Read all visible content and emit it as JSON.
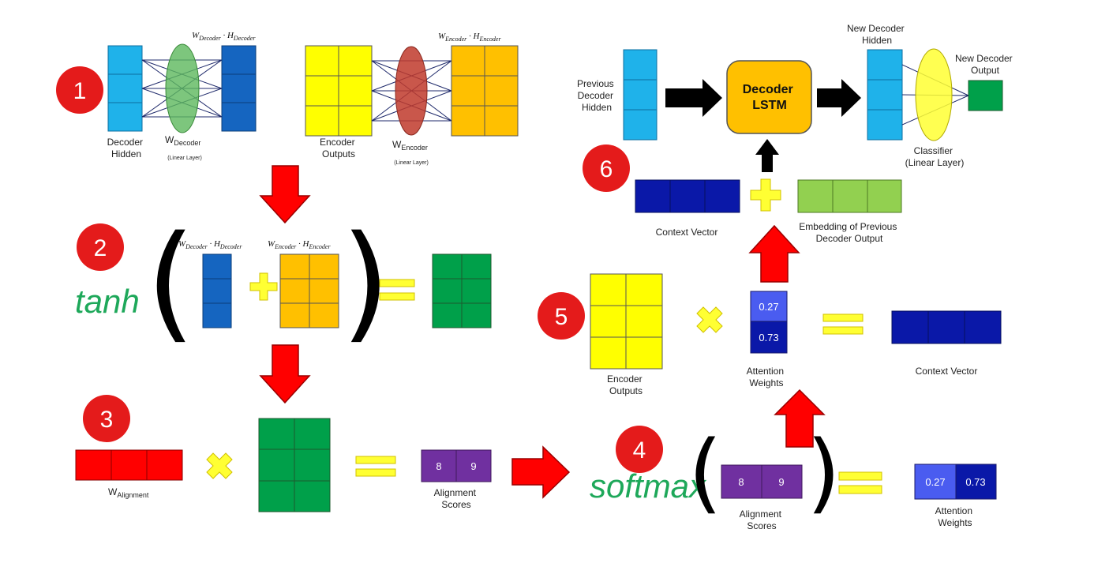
{
  "colors": {
    "light_blue": "#1fb2ea",
    "mid_blue": "#1565c0",
    "yellow": "#ffff00",
    "orange": "#ffc000",
    "green": "#00a04a",
    "red": "#ff0000",
    "purple": "#7030a0",
    "dark_blue": "#0a18a8",
    "light_green": "#92d050",
    "badge_red": "#e41b1b",
    "green_text": "#1ea85a"
  },
  "step_badges": [
    "1",
    "2",
    "3",
    "4",
    "5",
    "6"
  ],
  "step1": {
    "decoder_hidden_label": [
      "Decoder",
      "Hidden"
    ],
    "w_decoder_label": "W",
    "w_decoder_sub": "Decoder",
    "w_decoder_caption": "(Linear Layer)",
    "decoder_product_w": "W",
    "decoder_product_w_sub": "Decoder",
    "decoder_product_dot": " · ",
    "decoder_product_h": "H",
    "decoder_product_h_sub": "Decoder",
    "encoder_outputs_label": [
      "Encoder",
      "Outputs"
    ],
    "w_encoder_label": "W",
    "w_encoder_sub": "Encoder",
    "w_encoder_caption": "(Linear Layer)",
    "encoder_product_w": "W",
    "encoder_product_w_sub": "Encoder",
    "encoder_product_dot": " · ",
    "encoder_product_h": "H",
    "encoder_product_h_sub": "Encoder"
  },
  "step2": {
    "function": "tanh",
    "term1_w": "W",
    "term1_w_sub": "Decoder",
    "term1_dot": " · ",
    "term1_h": "H",
    "term1_h_sub": "Decoder",
    "term2_w": "W",
    "term2_w_sub": "Encoder",
    "term2_dot": " · ",
    "term2_h": "H",
    "term2_h_sub": "Encoder"
  },
  "step3": {
    "w_alignment": "W",
    "w_alignment_sub": "Alignment",
    "scores": [
      "8",
      "9"
    ],
    "scores_label": [
      "Alignment",
      "Scores"
    ]
  },
  "step4": {
    "function": "softmax",
    "scores": [
      "8",
      "9"
    ],
    "scores_label": [
      "Alignment",
      "Scores"
    ],
    "weights": [
      "0.27",
      "0.73"
    ],
    "weights_label": [
      "Attention",
      "Weights"
    ]
  },
  "step5": {
    "encoder_outputs_label": [
      "Encoder",
      "Outputs"
    ],
    "weights": [
      "0.27",
      "0.73"
    ],
    "weights_label": [
      "Attention",
      "Weights"
    ],
    "context_label": "Context Vector"
  },
  "step6": {
    "previous_hidden_label": [
      "Previous",
      "Decoder",
      "Hidden"
    ],
    "lstm_label": [
      "Decoder",
      "LSTM"
    ],
    "new_hidden_label": [
      "New Decoder",
      "Hidden"
    ],
    "new_output_label": [
      "New Decoder",
      "Output"
    ],
    "classifier_label": [
      "Classifier",
      "(Linear Layer)"
    ],
    "context_label": "Context Vector",
    "embedding_label": [
      "Embedding of Previous",
      "Decoder Output"
    ]
  }
}
